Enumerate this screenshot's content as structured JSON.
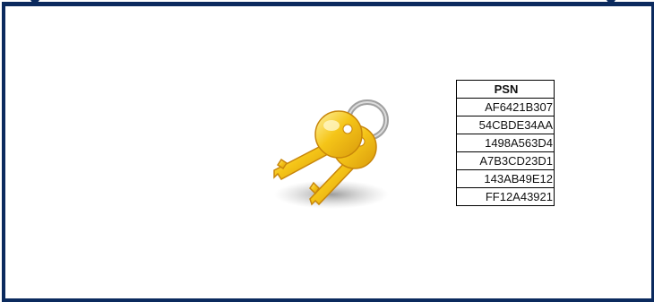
{
  "table": {
    "header": "PSN",
    "rows": [
      "AF6421B307",
      "54CBDE34AA",
      "1498A563D4",
      "A7B3CD23D1",
      "143AB49E12",
      "FF12A43921"
    ]
  },
  "image": {
    "icon": "keys-icon"
  },
  "colors": {
    "frame": "#0b2a5e",
    "key_gold": "#f5c518",
    "key_outline": "#c8860a",
    "ring": "#9a9a9a"
  }
}
